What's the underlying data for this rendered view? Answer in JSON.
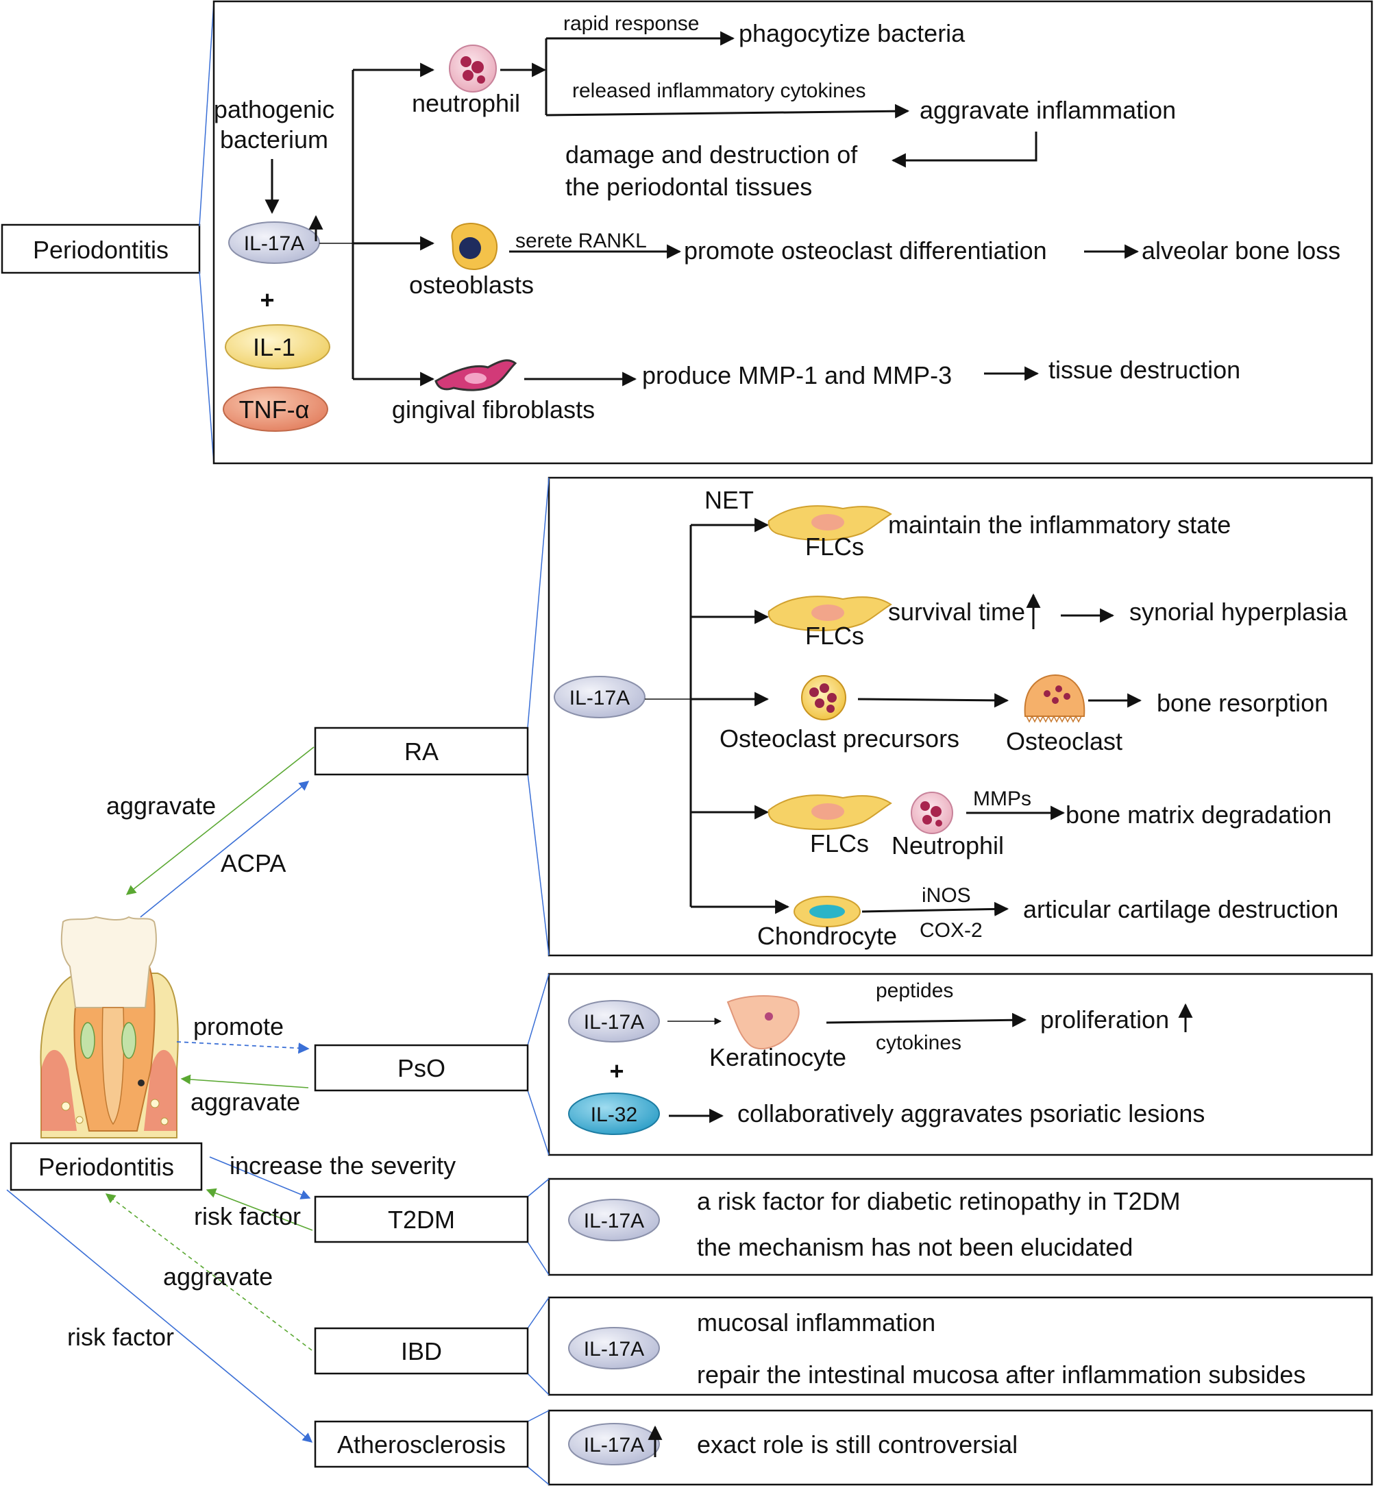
{
  "top": {
    "disease": "Periodontitis",
    "pathogen": [
      "pathogenic",
      "bacterium"
    ],
    "il17a": "IL-17A",
    "plus": "+",
    "il1": "IL-1",
    "tnf": "TNF-α",
    "neutrophil": "neutrophil",
    "rapid_response": "rapid response",
    "phagocytize": "phagocytize bacteria",
    "released": "released inflammatory cytokines",
    "aggravate_inflammation": "aggravate inflammation",
    "damage": [
      "damage and destruction of",
      "the periodontal tissues"
    ],
    "osteoblasts": "osteoblasts",
    "serete": "serete RANKL",
    "promote_osteoclast": "promote osteoclast differentiation",
    "alveolar": "alveolar bone loss",
    "gingival": "gingival fibroblasts",
    "mmp": "produce MMP-1 and MMP-3",
    "tissue_destruction": "tissue destruction"
  },
  "hub": {
    "periodontitis": "Periodontitis",
    "aggravate_ra": "aggravate",
    "acpa": "ACPA",
    "promote": "promote",
    "aggravate_pso": "aggravate",
    "increase": "increase the severity",
    "risk_t2dm": "risk factor",
    "aggravate_ibd": "aggravate",
    "risk_ath": "risk factor"
  },
  "ra": {
    "label": "RA",
    "il17a": "IL-17A",
    "net": "NET",
    "flcs1": "FLCs",
    "maintain": "maintain the inflammatory state",
    "flcs2": "FLCs",
    "survival": "survival time",
    "hyperplasia": "synorial hyperplasia",
    "precursors": "Osteoclast precursors",
    "osteoclast": "Osteoclast",
    "resorption": "bone resorption",
    "flcs3": "FLCs",
    "neutrophil": "Neutrophil",
    "mmps": "MMPs",
    "matrix": "bone matrix  degradation",
    "chondrocyte": "Chondrocyte",
    "inos": "iNOS",
    "cox2": "COX-2",
    "cartilage": "articular cartilage destruction"
  },
  "pso": {
    "label": "PsO",
    "il17a": "IL-17A",
    "plus": "+",
    "il32": "IL-32",
    "keratinocyte": "Keratinocyte",
    "peptides": "peptides",
    "cytokines": "cytokines",
    "proliferation": "proliferation",
    "lesions": "collaboratively aggravates psoriatic lesions"
  },
  "t2dm": {
    "label": "T2DM",
    "il17a": "IL-17A",
    "line1": "a risk factor for diabetic retinopathy in T2DM",
    "line2": "the mechanism has not been elucidated"
  },
  "ibd": {
    "label": "IBD",
    "il17a": "IL-17A",
    "line1": "mucosal inflammation",
    "line2": "repair the intestinal mucosa after inflammation subsides"
  },
  "ath": {
    "label": "Atherosclerosis",
    "il17a": "IL-17A",
    "line1": "exact role is still controversial"
  },
  "colors": {
    "il17a_fill": "#d6d9ea",
    "il1_fill": "#f6e29a",
    "tnf_fill": "#ee9a78",
    "il32_fill": "#4fb8dc",
    "blue_arrow": "#3a6fd6",
    "green_arrow": "#5aa832"
  }
}
